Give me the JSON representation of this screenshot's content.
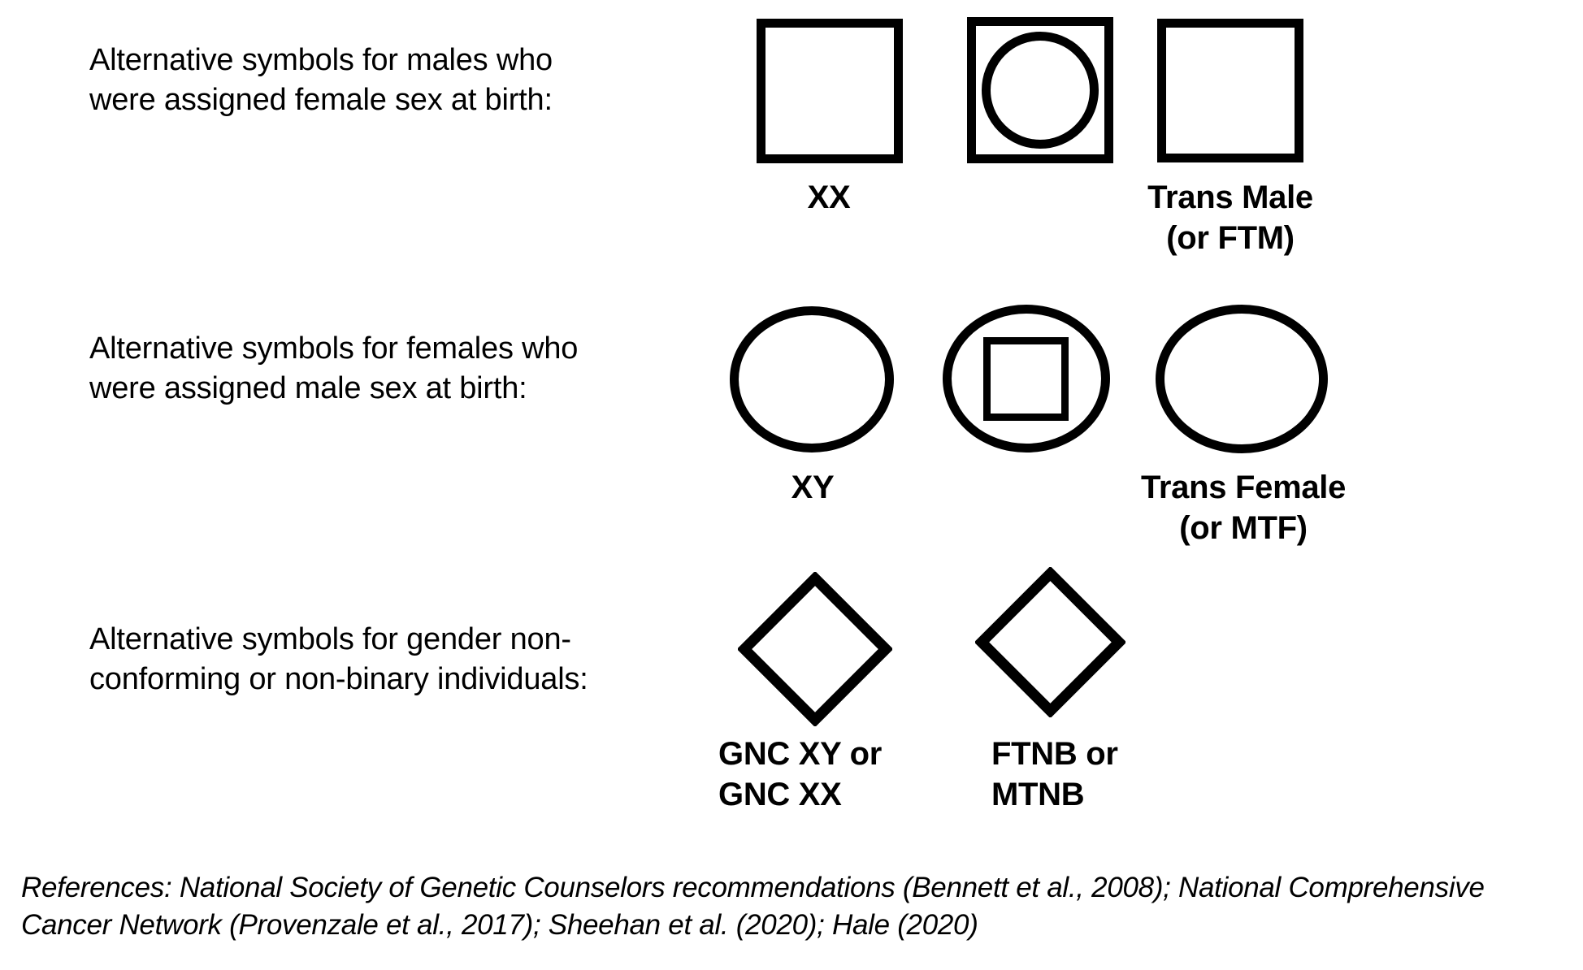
{
  "figure": {
    "rows": [
      {
        "description": "Alternative symbols for males who\nwere assigned female sex at birth:",
        "symbols": [
          {
            "shape": "square",
            "caption": "XX"
          },
          {
            "shape": "square-with-circle",
            "caption": ""
          },
          {
            "shape": "square",
            "caption": "Trans Male\n(or FTM)"
          }
        ]
      },
      {
        "description": "Alternative symbols for females who\nwere assigned male sex at birth:",
        "symbols": [
          {
            "shape": "circle",
            "caption": "XY"
          },
          {
            "shape": "circle-with-square",
            "caption": ""
          },
          {
            "shape": "circle",
            "caption": "Trans Female\n(or MTF)"
          }
        ]
      },
      {
        "description": "Alternative symbols for gender non-\nconforming or non-binary individuals:",
        "symbols": [
          {
            "shape": "diamond",
            "caption": "GNC XY or\nGNC XX"
          },
          {
            "shape": "diamond",
            "caption": "FTNB or\nMTNB"
          }
        ]
      }
    ],
    "references": "References: National Society of Genetic Counselors recommendations (Bennett et al., 2008); National Comprehensive Cancer Network (Provenzale et al., 2017); Sheehan et al. (2020); Hale (2020)",
    "colors": {
      "ink": "#000000",
      "background": "#ffffff"
    }
  }
}
